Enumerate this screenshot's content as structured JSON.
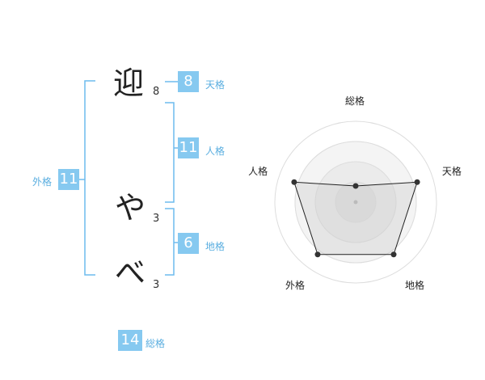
{
  "name": {
    "chars": [
      {
        "char": "迎",
        "strokes": "8"
      },
      {
        "char": "や",
        "strokes": "3"
      },
      {
        "char": "べ",
        "strokes": "3"
      }
    ]
  },
  "fortune": {
    "tenkaku": {
      "value": "8",
      "label": "天格"
    },
    "jinkaku": {
      "value": "11",
      "label": "人格"
    },
    "chikaku": {
      "value": "6",
      "label": "地格"
    },
    "gaikaku": {
      "value": "11",
      "label": "外格"
    },
    "soukaku": {
      "value": "14",
      "label": "総格"
    }
  },
  "chart_data": {
    "type": "radar",
    "axes": [
      "総格",
      "天格",
      "地格",
      "外格",
      "人格"
    ],
    "values": [
      1,
      4,
      4,
      4,
      4
    ],
    "max": 5,
    "rings": 4,
    "colors": {
      "line": "#222222",
      "fill": "#eeeeee",
      "ring": "#dddddd"
    }
  },
  "colors": {
    "accent": "#86c9f0",
    "bracket": "#6dbbee",
    "label": "#5aaee0"
  }
}
